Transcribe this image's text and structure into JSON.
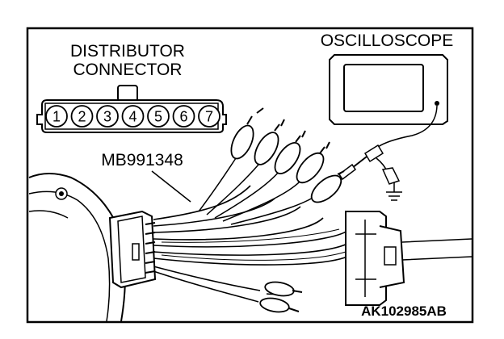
{
  "labels": {
    "distributor_line1": "DISTRIBUTOR",
    "distributor_line2": "CONNECTOR",
    "oscilloscope": "OSCILLOSCOPE",
    "tool": "MB991348",
    "figure_code": "AK102985AB"
  },
  "connector_pins": [
    "1",
    "2",
    "3",
    "4",
    "5",
    "6",
    "7"
  ],
  "colors": {
    "line": "#000000",
    "background": "#ffffff"
  }
}
